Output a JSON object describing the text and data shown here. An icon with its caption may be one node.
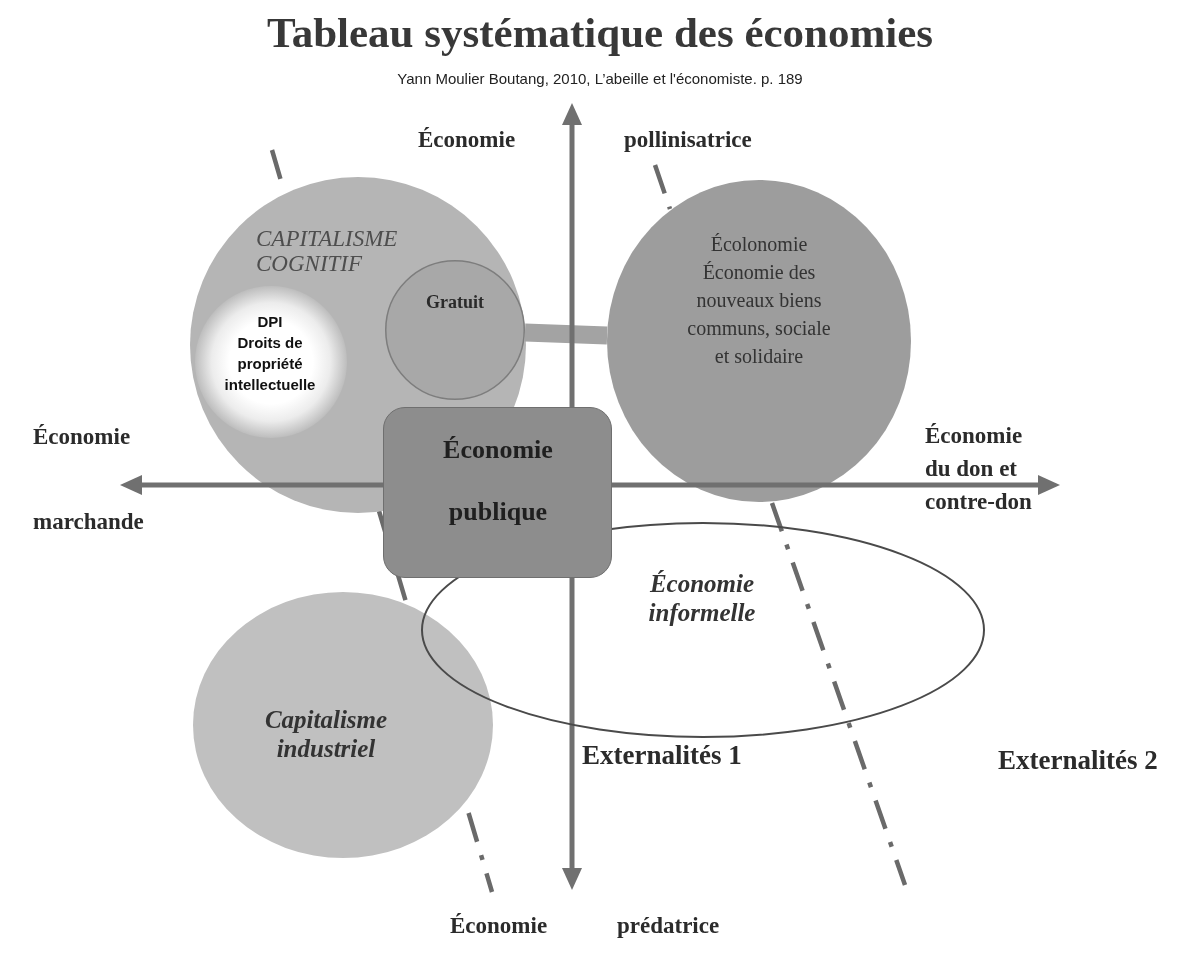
{
  "diagram": {
    "title": "Tableau systématique des économies",
    "caption": "Yann Moulier Boutang, 2010, L’abeille et l'économiste. p. 189",
    "nodes": [
      {
        "text": [
          "CAPITALISME COGNITIF"
        ]
      },
      {
        "text": [
          "DPI",
          "Droits de propriété intellectuelle"
        ],
        "in": 0
      },
      {
        "text": [
          "Gratuit"
        ],
        "in": 0
      },
      {
        "text": [
          "Écolonomie",
          "Économie des nouveaux biens communs, sociale et solidaire"
        ]
      },
      {
        "text": [
          "Économie publique"
        ]
      },
      {
        "text": [
          "Économie informelle"
        ]
      },
      {
        "text": [
          "Capitalisme industriel"
        ]
      }
    ],
    "edges": [
      {
        "from": 2,
        "to": 3,
        "arrow": "none"
      }
    ],
    "labels": [
      "Économie",
      "pollinisatrice",
      "Économie",
      "Économie du don et contre-don",
      "marchande",
      "Externalités 1",
      "Externalités 2",
      "Économie",
      "prédatrice"
    ]
  }
}
